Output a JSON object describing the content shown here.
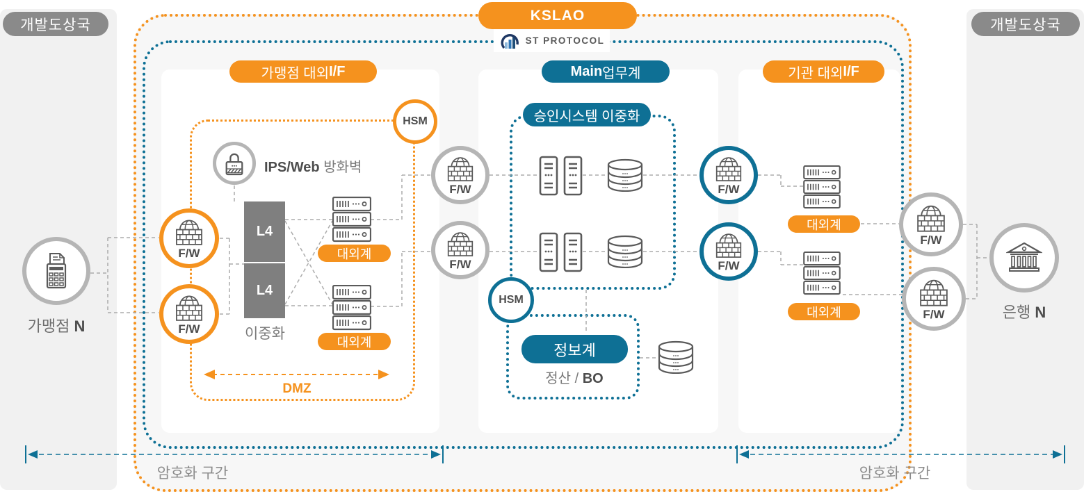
{
  "header": {
    "brand": "KSLAO",
    "protocol": "ST PROTOCOL"
  },
  "left_panel": {
    "title": "개발도상국",
    "node_label": "가맹점",
    "node_suffix": "N"
  },
  "right_panel": {
    "title": "개발도상국",
    "node_label": "은행",
    "node_suffix": "N"
  },
  "labels": {
    "fw": "F/W",
    "hsm": "HSM",
    "l4": "L4",
    "dmz": "DMZ",
    "redundancy": "이중화",
    "external": "대외계",
    "encryption": "암호화 구간"
  },
  "section1": {
    "title_text": "가맹점 대외 ",
    "title_bold": "I/F",
    "ips_bold": "IPS/Web",
    "ips_text": " 방화벽"
  },
  "section2": {
    "title_bold": "Main",
    "title_text": " 업무계",
    "approval": "승인시스템 이중화",
    "info": "정보계",
    "settle_text": "정산 / ",
    "settle_bold": "BO"
  },
  "section3": {
    "title_text": "기관 대외 ",
    "title_bold": "I/F"
  },
  "colors": {
    "orange": "#f5921e",
    "teal": "#0e7095",
    "gray": "#8a8a8a"
  }
}
